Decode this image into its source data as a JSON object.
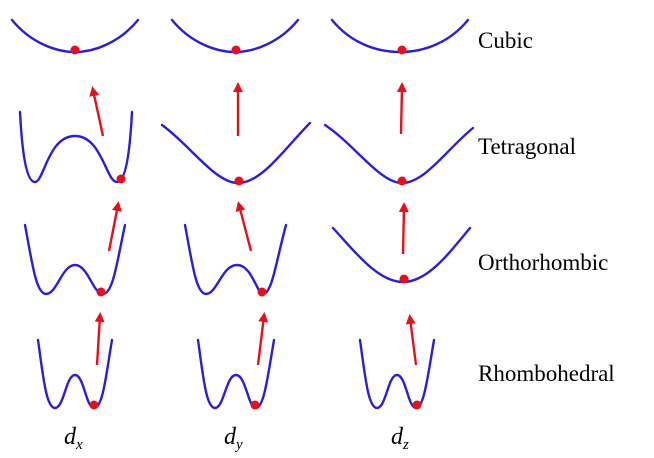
{
  "phases": [
    "Cubic",
    "Tetragonal",
    "Orthorhombic",
    "Rhombohedral"
  ],
  "columns": [
    {
      "base": "d",
      "sub": "x"
    },
    {
      "base": "d",
      "sub": "y"
    },
    {
      "base": "d",
      "sub": "z"
    }
  ],
  "colors": {
    "curve": "#2b1fd6",
    "dot": "#e5101a",
    "arrow": "#e5101a",
    "text": "#000000"
  }
}
